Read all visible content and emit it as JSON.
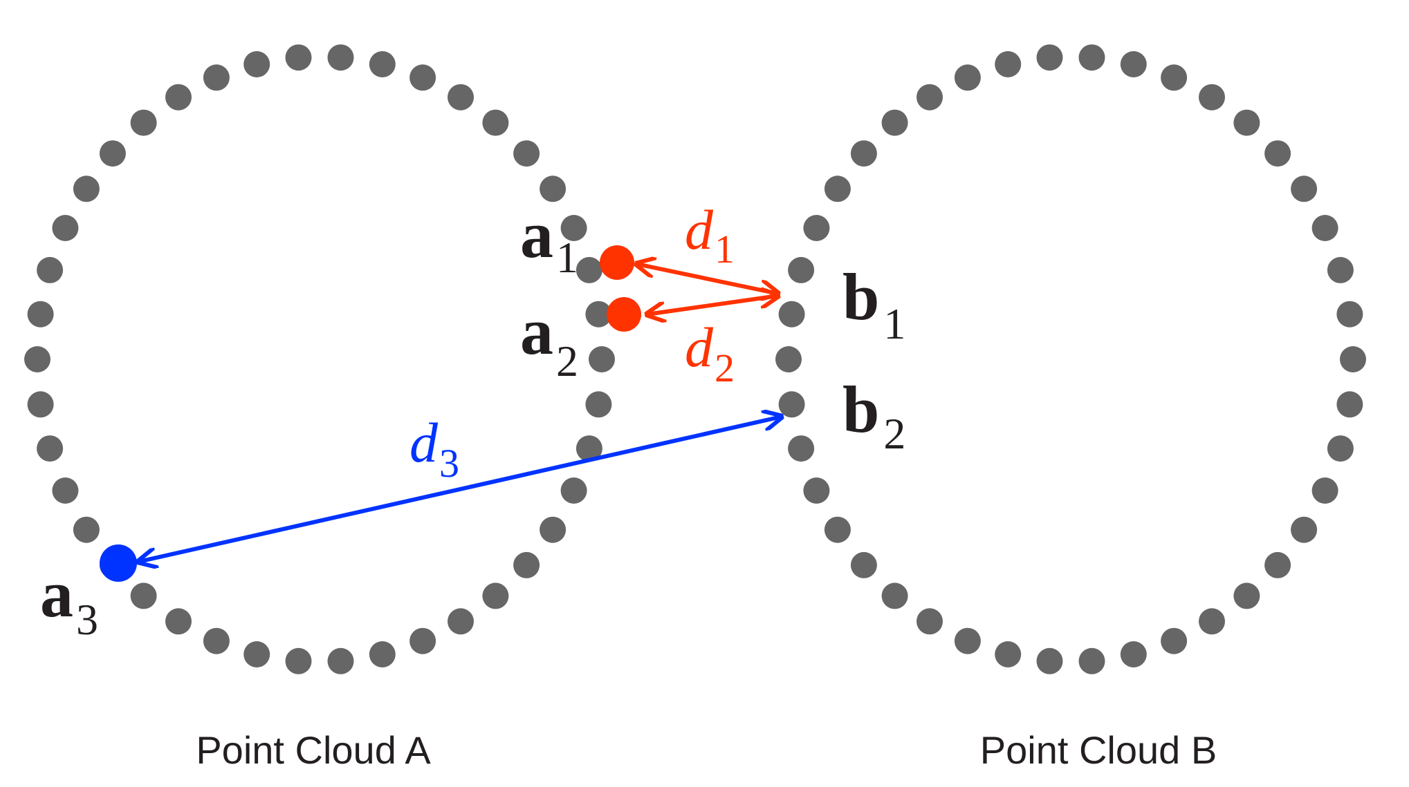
{
  "colors": {
    "cloud_point": "#666666",
    "near": "#ff3300",
    "far": "#0033ff",
    "text": "#231f20"
  },
  "captions": {
    "cloud_a": "Point Cloud A",
    "cloud_b": "Point Cloud B"
  },
  "points": {
    "a1": {
      "letter": "a",
      "sub": "1"
    },
    "a2": {
      "letter": "a",
      "sub": "2"
    },
    "a3": {
      "letter": "a",
      "sub": "3"
    },
    "b1": {
      "letter": "b",
      "sub": "1"
    },
    "b2": {
      "letter": "b",
      "sub": "2"
    }
  },
  "distances": {
    "d1": {
      "letter": "d",
      "sub": "1"
    },
    "d2": {
      "letter": "d",
      "sub": "2"
    },
    "d3": {
      "letter": "d",
      "sub": "3"
    }
  }
}
